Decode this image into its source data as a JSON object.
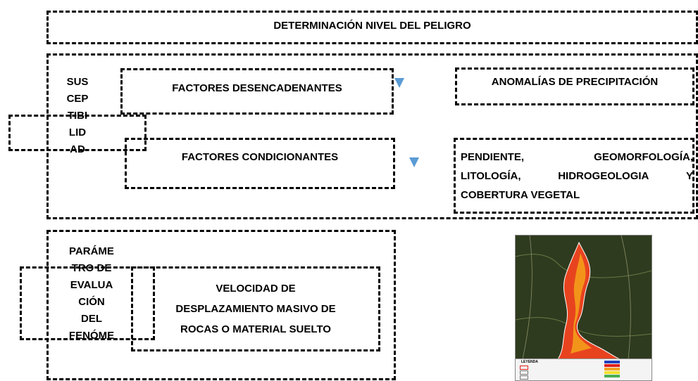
{
  "title": "DETERMINACIÓN NIVEL DEL PELIGRO",
  "susceptibilidad": {
    "label_lines": [
      "SUS",
      "CEP",
      "TIBI",
      "LID",
      "AD"
    ],
    "desencadenantes": "FACTORES DESENCADENANTES",
    "condicionantes": "FACTORES CONDICIONANTES",
    "anomalias": "ANOMALÍAS DE PRECIPITACIÓN",
    "condicionantes_detail_lines": [
      [
        "PENDIENTE,",
        "GEOMORFOLOGÍA,"
      ],
      [
        "LITOLOGÍA,",
        "HIDROGEOLOGIA",
        "Y"
      ],
      [
        "COBERTURA VEGETAL"
      ]
    ]
  },
  "parametro": {
    "label_lines": [
      "PARÁME",
      "TRO DE",
      "EVALUA",
      "CIÓN",
      "DEL",
      "FENÓME"
    ],
    "velocidad_lines": [
      "VELOCIDAD DE",
      "DESPLAZAMIENTO MASIVO DE",
      "ROCAS O MATERIAL SUELTO"
    ]
  },
  "map": {
    "legend_title": "LEYENDA",
    "colors": {
      "background": "#2f3b1f",
      "zone_outer": "#e8431f",
      "zone_inner": "#f5a21a",
      "legend_red": "#e0201b",
      "legend_orange": "#f4a024",
      "legend_yellow": "#f5e12a",
      "legend_green": "#4caf50",
      "legend_blue": "#1f3fbf"
    }
  },
  "colors": {
    "arrow": "#5b9bd5",
    "text": "#000000",
    "border": "#000000"
  }
}
